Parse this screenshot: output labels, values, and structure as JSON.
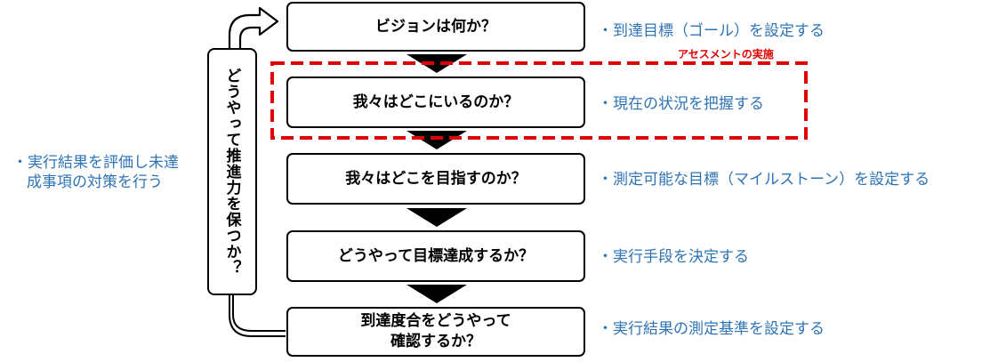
{
  "steps": [
    {
      "label": "ビジョンは何か？",
      "desc": "・到達目標（ゴール）を設定する"
    },
    {
      "label": "我々はどこにいるのか？",
      "desc": "・現在の状況を把握する"
    },
    {
      "label": "我々はどこを目指すのか？",
      "desc": "・測定可能な目標（マイルストーン）を設定する"
    },
    {
      "label": "どうやって目標達成するか？",
      "desc": "・実行手段を決定する"
    },
    {
      "label": "到達度合をどうやって\n確認するか？",
      "desc": "・実行結果の測定基準を設定する"
    }
  ],
  "loop": {
    "label": "どうやって推進力を保つか？",
    "note_line1": "・実行結果を評価し未達",
    "note_line2": "成事項の対策を行う"
  },
  "assessment": {
    "label": "アセスメントの実施",
    "color": "#e00000"
  },
  "colors": {
    "desc_text": "#2e74b5",
    "border": "#000000"
  }
}
